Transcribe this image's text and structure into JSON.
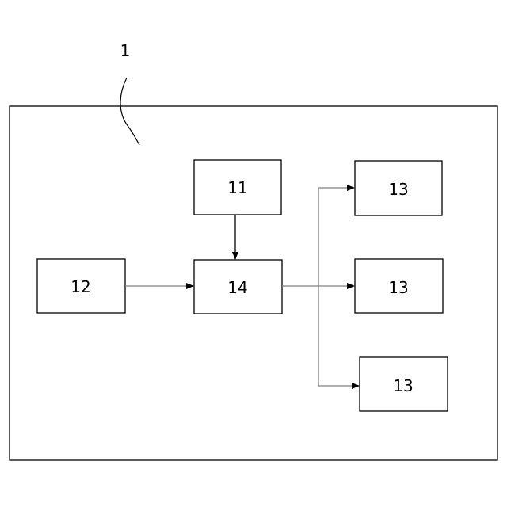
{
  "reference_label": "1",
  "blocks": {
    "block_11": "11",
    "block_12": "12",
    "block_14": "14",
    "block_13_top": "13",
    "block_13_middle": "13",
    "block_13_bottom": "13"
  },
  "colors": {
    "stroke": "#000000",
    "connector": "#7f7f7f",
    "background": "#ffffff"
  }
}
